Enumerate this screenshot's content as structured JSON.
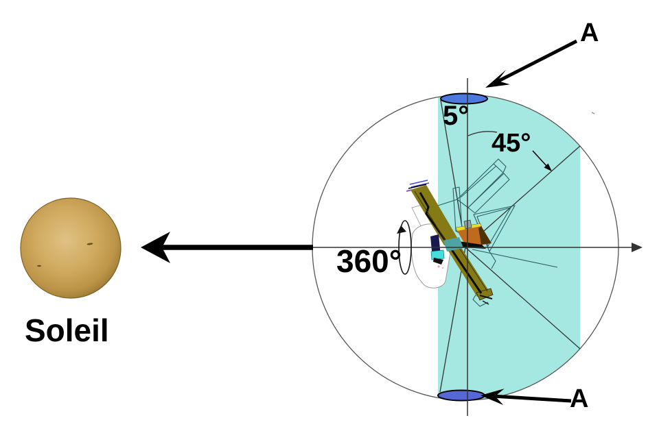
{
  "scene": {
    "sun_label": "Soleil",
    "angles": {
      "cone": "5°",
      "max": "45°",
      "roll": "360°"
    },
    "section_markers": {
      "top": "A",
      "bottom": "A"
    }
  },
  "colors": {
    "zone": "#a5e8e2",
    "cap-top": "#4b79de",
    "cap-bottom": "#5668d6",
    "sun-core": "#e0c283",
    "sun-mid": "#cfa95f",
    "sun-edge": "#a5823a",
    "sun-rim": "#7e6226",
    "line": "#333333",
    "circle": "#555555",
    "wireframe": "#2b5d62",
    "shield": "#867a14",
    "bus-orange": "#c06a1d",
    "bus-brown": "#4f3306",
    "bus-yellow": "#e8df25",
    "bus-teal": "#4fa3a3",
    "bus-cyan": "#45dedd",
    "bus-navy": "#191950",
    "arrow": "#000000"
  }
}
